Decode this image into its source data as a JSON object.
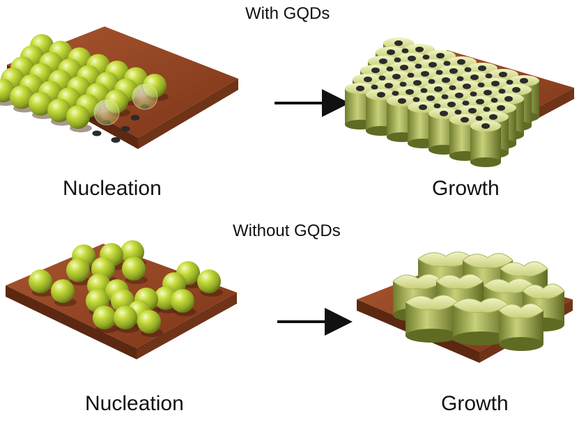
{
  "figure": {
    "panels": [
      {
        "title": "With GQDs",
        "nucleation_label": "Nucleation",
        "growth_label": "Growth"
      },
      {
        "title": "Without GQDs",
        "nucleation_label": "Nucleation",
        "growth_label": "Growth"
      }
    ]
  },
  "colors": {
    "substrate_top": "#9a4a28",
    "substrate_side": "#5e2a12",
    "nucleus": "#c6da3a",
    "crystal": "#d2d98a",
    "crystal_side": "#8a9a3c",
    "quantum_dot": "#2b2b2b",
    "arrow": "#111111",
    "text": "#111111"
  }
}
